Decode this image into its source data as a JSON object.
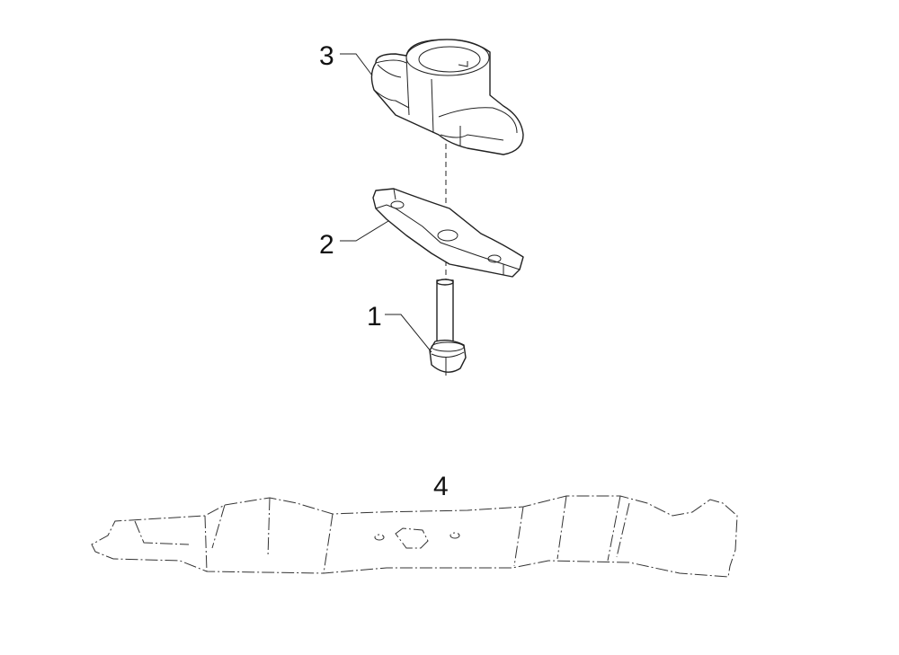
{
  "callouts": {
    "c1": "1",
    "c2": "2",
    "c3": "3",
    "c4": "4"
  },
  "colors": {
    "ink": "#222222",
    "background": "#ffffff"
  }
}
